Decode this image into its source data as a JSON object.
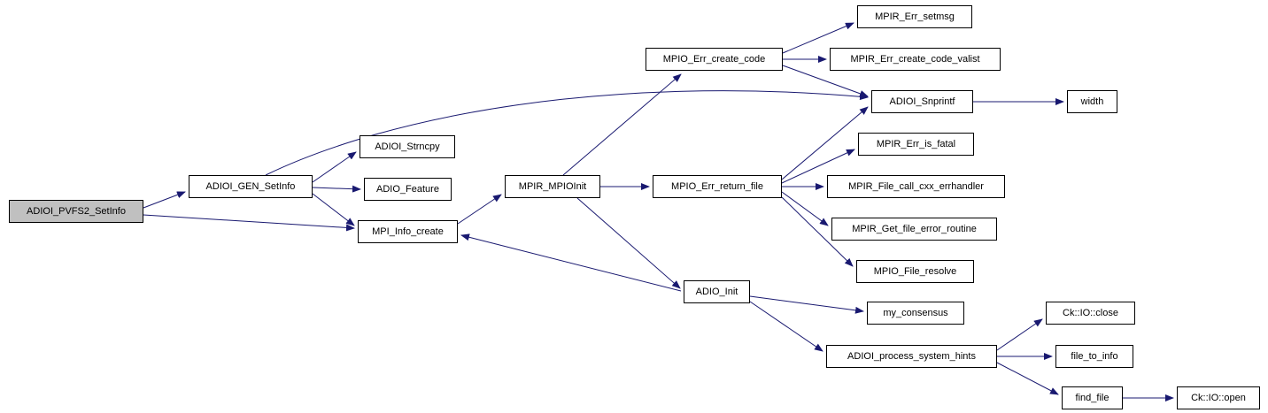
{
  "diagram": {
    "type": "call_graph",
    "edge_color": "#191970",
    "root_fill": "#c0c0c0",
    "node_fill": "#ffffff",
    "nodes": [
      {
        "id": "ADIOI_PVFS2_SetInfo",
        "label": "ADIOI_PVFS2_SetInfo",
        "root": true
      },
      {
        "id": "ADIOI_GEN_SetInfo",
        "label": "ADIOI_GEN_SetInfo"
      },
      {
        "id": "ADIOI_Strncpy",
        "label": "ADIOI_Strncpy"
      },
      {
        "id": "ADIO_Feature",
        "label": "ADIO_Feature"
      },
      {
        "id": "MPI_Info_create",
        "label": "MPI_Info_create"
      },
      {
        "id": "MPIR_MPIOInit",
        "label": "MPIR_MPIOInit"
      },
      {
        "id": "MPIO_Err_create_code",
        "label": "MPIO_Err_create_code"
      },
      {
        "id": "MPIR_Err_setmsg",
        "label": "MPIR_Err_setmsg"
      },
      {
        "id": "MPIR_Err_create_code_valist",
        "label": "MPIR_Err_create_code_valist"
      },
      {
        "id": "ADIOI_Snprintf",
        "label": "ADIOI_Snprintf"
      },
      {
        "id": "width",
        "label": "width"
      },
      {
        "id": "MPIR_Err_is_fatal",
        "label": "MPIR_Err_is_fatal"
      },
      {
        "id": "MPIO_Err_return_file",
        "label": "MPIO_Err_return_file"
      },
      {
        "id": "MPIR_File_call_cxx_errhandler",
        "label": "MPIR_File_call_cxx_errhandler"
      },
      {
        "id": "MPIR_Get_file_error_routine",
        "label": "MPIR_Get_file_error_routine"
      },
      {
        "id": "MPIO_File_resolve",
        "label": "MPIO_File_resolve"
      },
      {
        "id": "ADIO_Init",
        "label": "ADIO_Init"
      },
      {
        "id": "my_consensus",
        "label": "my_consensus"
      },
      {
        "id": "ADIOI_process_system_hints",
        "label": "ADIOI_process_system_hints"
      },
      {
        "id": "Ck::IO::close",
        "label": "Ck::IO::close"
      },
      {
        "id": "file_to_info",
        "label": "file_to_info"
      },
      {
        "id": "find_file",
        "label": "find_file"
      },
      {
        "id": "Ck::IO::open",
        "label": "Ck::IO::open"
      }
    ],
    "edges": [
      {
        "from": "ADIOI_PVFS2_SetInfo",
        "to": "ADIOI_GEN_SetInfo"
      },
      {
        "from": "ADIOI_PVFS2_SetInfo",
        "to": "MPI_Info_create"
      },
      {
        "from": "ADIOI_GEN_SetInfo",
        "to": "ADIOI_Strncpy"
      },
      {
        "from": "ADIOI_GEN_SetInfo",
        "to": "ADIO_Feature"
      },
      {
        "from": "ADIOI_GEN_SetInfo",
        "to": "MPI_Info_create"
      },
      {
        "from": "ADIOI_GEN_SetInfo",
        "to": "ADIOI_Snprintf"
      },
      {
        "from": "MPI_Info_create",
        "to": "MPIR_MPIOInit"
      },
      {
        "from": "MPIR_MPIOInit",
        "to": "MPIO_Err_create_code"
      },
      {
        "from": "MPIR_MPIOInit",
        "to": "MPIO_Err_return_file"
      },
      {
        "from": "MPIR_MPIOInit",
        "to": "ADIO_Init"
      },
      {
        "from": "MPIO_Err_create_code",
        "to": "MPIR_Err_setmsg"
      },
      {
        "from": "MPIO_Err_create_code",
        "to": "MPIR_Err_create_code_valist"
      },
      {
        "from": "MPIO_Err_create_code",
        "to": "ADIOI_Snprintf"
      },
      {
        "from": "MPIO_Err_return_file",
        "to": "ADIOI_Snprintf"
      },
      {
        "from": "MPIO_Err_return_file",
        "to": "MPIR_Err_is_fatal"
      },
      {
        "from": "MPIO_Err_return_file",
        "to": "MPIR_File_call_cxx_errhandler"
      },
      {
        "from": "MPIO_Err_return_file",
        "to": "MPIR_Get_file_error_routine"
      },
      {
        "from": "MPIO_Err_return_file",
        "to": "MPIO_File_resolve"
      },
      {
        "from": "ADIOI_Snprintf",
        "to": "width"
      },
      {
        "from": "ADIO_Init",
        "to": "MPI_Info_create"
      },
      {
        "from": "ADIO_Init",
        "to": "my_consensus"
      },
      {
        "from": "ADIO_Init",
        "to": "ADIOI_process_system_hints"
      },
      {
        "from": "ADIOI_process_system_hints",
        "to": "Ck::IO::close"
      },
      {
        "from": "ADIOI_process_system_hints",
        "to": "file_to_info"
      },
      {
        "from": "ADIOI_process_system_hints",
        "to": "find_file"
      },
      {
        "from": "find_file",
        "to": "Ck::IO::open"
      }
    ]
  }
}
